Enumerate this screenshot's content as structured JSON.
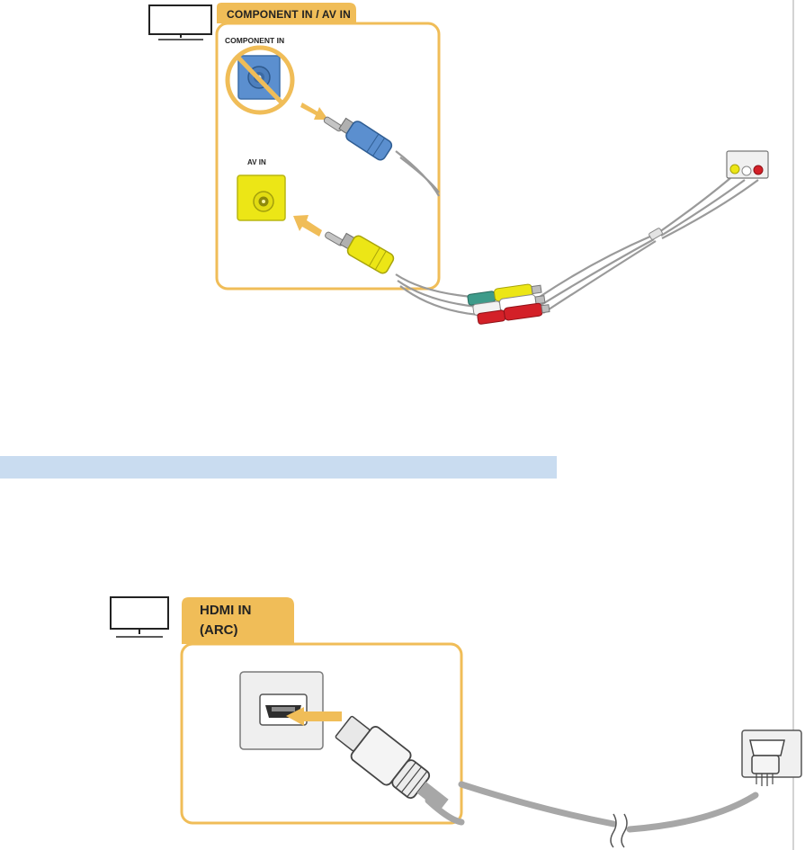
{
  "component_diagram": {
    "panel_title": "COMPONENT IN / AV IN",
    "component_label": "COMPONENT IN",
    "av_label": "AV IN"
  },
  "hdmi_diagram": {
    "panel_title_line1": "HDMI IN",
    "panel_title_line2": "(ARC)"
  },
  "colors": {
    "panel_accent": "#f0bd58",
    "component_blue": "#5b8fcf",
    "av_yellow": "#ece616",
    "section_band": "#c9dcf0",
    "cable_gray": "#9a9a9a",
    "plug_red": "#d32028",
    "plug_green": "#3d9b8a"
  }
}
